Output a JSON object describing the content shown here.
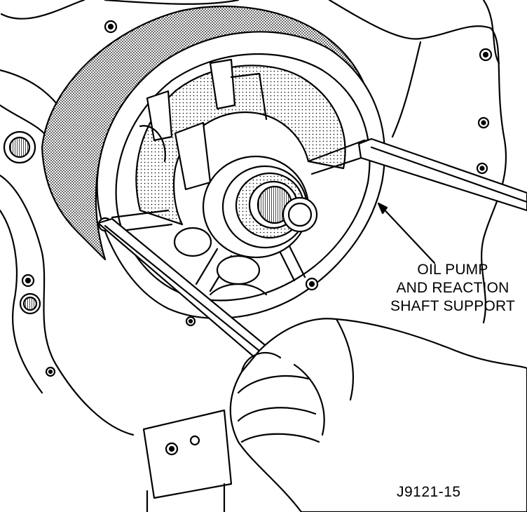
{
  "callout": {
    "lines": [
      "OIL PUMP",
      "AND REACTION",
      "SHAFT SUPPORT"
    ]
  },
  "figure_id": "J9121-15"
}
